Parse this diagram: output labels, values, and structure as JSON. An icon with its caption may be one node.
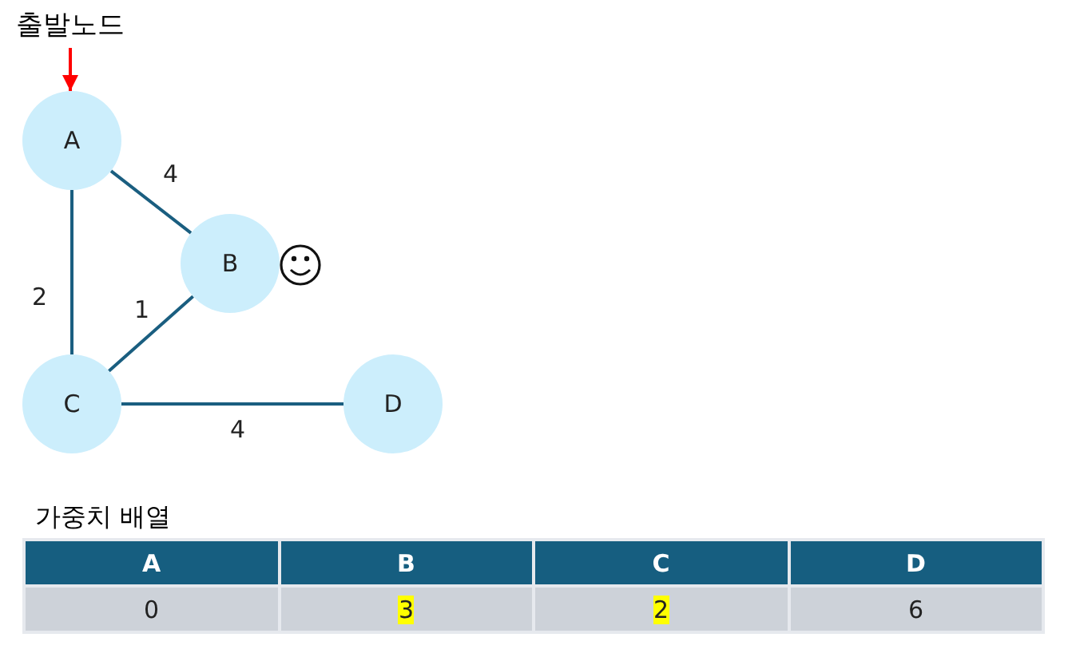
{
  "diagram": {
    "nodes": [
      {
        "text": [
          "출발노드"
        ]
      },
      {
        "text": [
          "A"
        ]
      },
      {
        "text": [
          "B"
        ]
      },
      {
        "text": [
          "C"
        ]
      },
      {
        "text": [
          "D"
        ]
      }
    ],
    "edges": [
      {
        "from": 0,
        "to": 1,
        "arrow": "to",
        "color": "#ff0000"
      },
      {
        "from": 1,
        "to": 2,
        "arrow": "none",
        "label": "4"
      },
      {
        "from": 1,
        "to": 3,
        "arrow": "none",
        "label": "2"
      },
      {
        "from": 2,
        "to": 3,
        "arrow": "none",
        "label": "1"
      },
      {
        "from": 3,
        "to": 4,
        "arrow": "none",
        "label": "4"
      }
    ],
    "labels": [
      "가중치 배열",
      "A",
      "B",
      "C",
      "D",
      "0",
      "3",
      "2",
      "6"
    ]
  }
}
